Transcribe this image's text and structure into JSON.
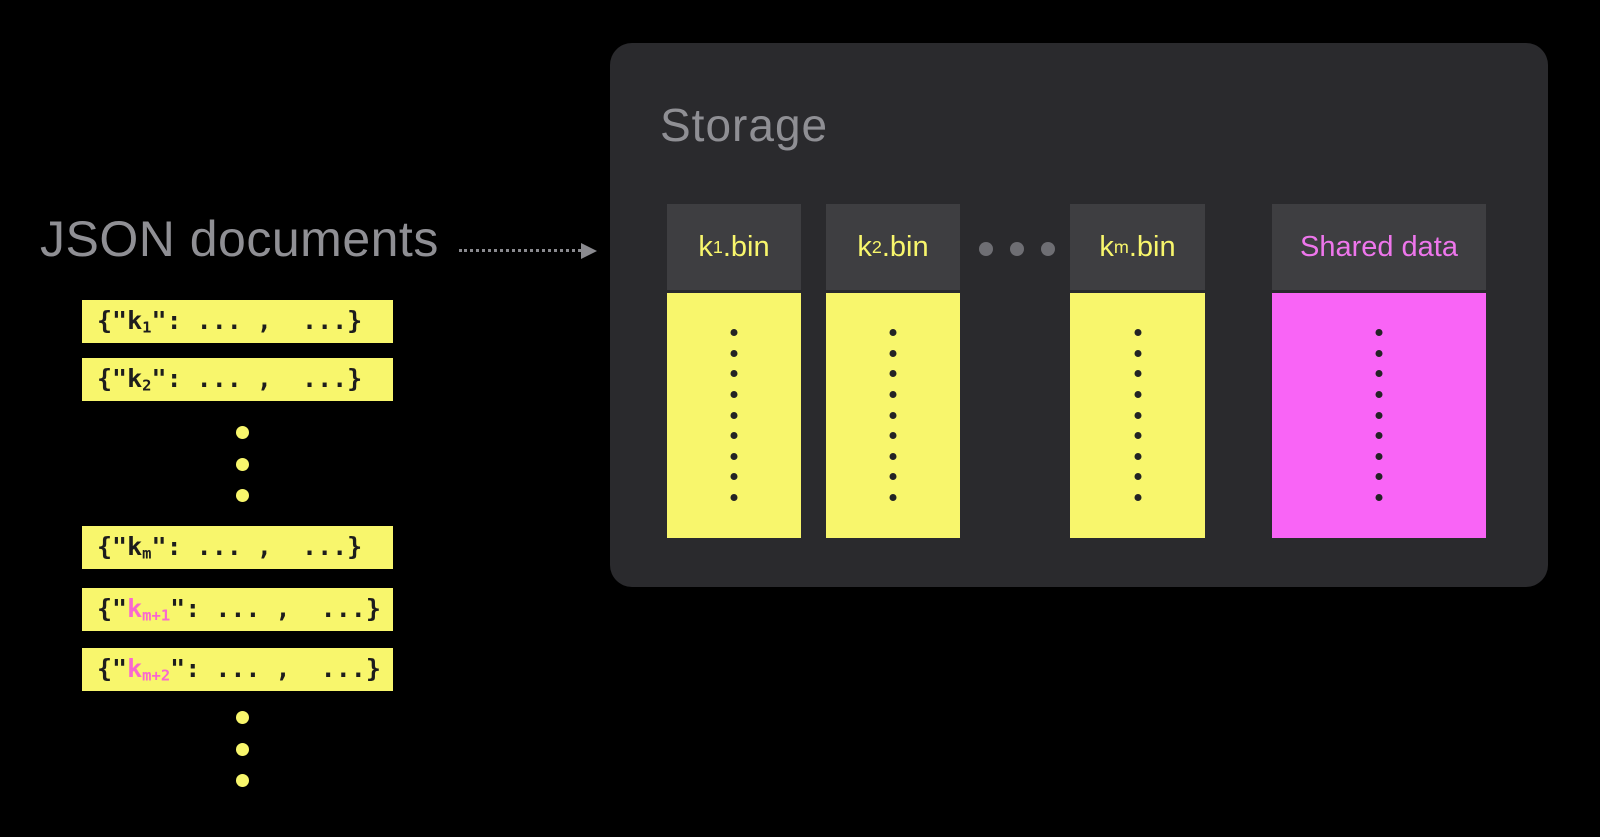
{
  "left": {
    "title": "JSON documents",
    "documents": [
      {
        "prefix": "{\"",
        "key": "k",
        "sub": "1",
        "suffix": "\": ... ,  ...}"
      },
      {
        "prefix": "{\"",
        "key": "k",
        "sub": "2",
        "suffix": "\": ... ,  ...}"
      },
      {
        "prefix": "{\"",
        "key": "k",
        "sub": "m",
        "suffix": "\": ... ,  ...}"
      },
      {
        "prefix": "{\"",
        "key": "k",
        "sub": "m+1",
        "suffix": "\": ... ,  ...}"
      },
      {
        "prefix": "{\"",
        "key": "k",
        "sub": "m+2",
        "suffix": "\": ... ,  ...}"
      }
    ]
  },
  "storage": {
    "title": "Storage",
    "columns": [
      {
        "base": "k",
        "sub": "1",
        "rest": ".bin",
        "variant": "yellow"
      },
      {
        "base": "k",
        "sub": "2",
        "rest": ".bin",
        "variant": "yellow"
      },
      {
        "base": "k",
        "sub": "m",
        "rest": ".bin",
        "variant": "yellow"
      },
      {
        "base": "Shared data",
        "sub": "",
        "rest": "",
        "variant": "magenta"
      }
    ]
  },
  "colors": {
    "page-bg": "#000000",
    "panel-bg": "#2a2a2d",
    "header-bg": "#3e3e41",
    "yellow": "#f8f66c",
    "magenta": "#f964f6",
    "magenta-label": "#ee76ec",
    "pink-key": "#f968cf",
    "bar-text": "#1d1d1d",
    "muted": "#8f8f94",
    "arrow": "#8a8a8f",
    "dot-dark": "#232325",
    "dot-gray": "#6e6e73"
  }
}
